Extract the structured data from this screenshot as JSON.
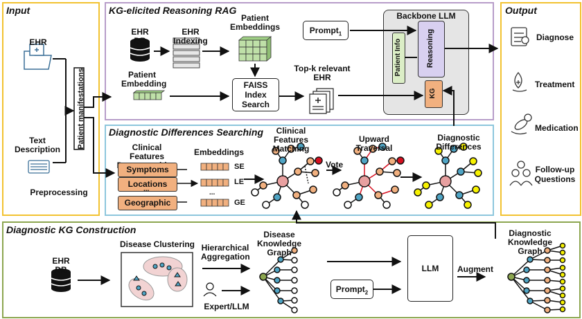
{
  "panels": {
    "input": "Input",
    "rag": "KG-elicited Reasoning RAG",
    "output": "Output",
    "search": "Diagnostic Differences Searching",
    "kg": "Diagnostic KG Construction"
  },
  "input": {
    "ehr": "EHR",
    "text": "Text Description",
    "manifestations": "Patient manifestations",
    "preprocessing": "Preprocessing"
  },
  "rag": {
    "ehr_db": "EHR DB",
    "indexing": "EHR Indexing",
    "patient_embeddings": "Patient Embeddings",
    "prompt1": "Prompt",
    "prompt1_sub": "1",
    "patient_embedding": "Patient Embedding",
    "faiss": "FAISS Index Search",
    "topk": "Top-k relevant EHR",
    "backbone": "Backbone LLM",
    "patient_info": "Patient Info",
    "reasoning": "Reasoning",
    "kg": "KG"
  },
  "output": {
    "items": [
      "Diagnose",
      "Treatment",
      "Medication",
      "Follow-up Questions"
    ]
  },
  "search": {
    "cf_decomp": "Clinical Features Decomposition",
    "embeddings": "Embeddings",
    "features": [
      "Symptoms",
      "Locations",
      "Geographic"
    ],
    "emb_labels": [
      "SE",
      "LE",
      "GE"
    ],
    "ellipsis": "...",
    "cf_matching": "Clinical Features Matching",
    "vote": "Vote",
    "upward": "Upward Traversal",
    "diag_diff": "Diagnostic Differences"
  },
  "kg": {
    "ehr_db": "EHR DB",
    "clustering": "Disease Clustering",
    "hier": "Hierarchical Aggregation",
    "expert": "Expert/LLM",
    "disease_kg": "Disease Knowledge Graph",
    "prompt2": "Prompt",
    "prompt2_sub": "2",
    "llm": "LLM",
    "augment": "Augment",
    "diag_kg": "Diagnostic Knowledge Graph"
  },
  "colors": {
    "input_border": "#f2c230",
    "rag_border": "#b79cc9",
    "search_border": "#8cc6dc",
    "kg_border": "#8ca64f",
    "orange": "#f1b07f",
    "purple": "#d8d0f0",
    "green": "#dbeec6",
    "pink": "#e8a0a0",
    "blue": "#4fa4c4",
    "red": "#d60f1f",
    "yellow": "#f7f200"
  }
}
